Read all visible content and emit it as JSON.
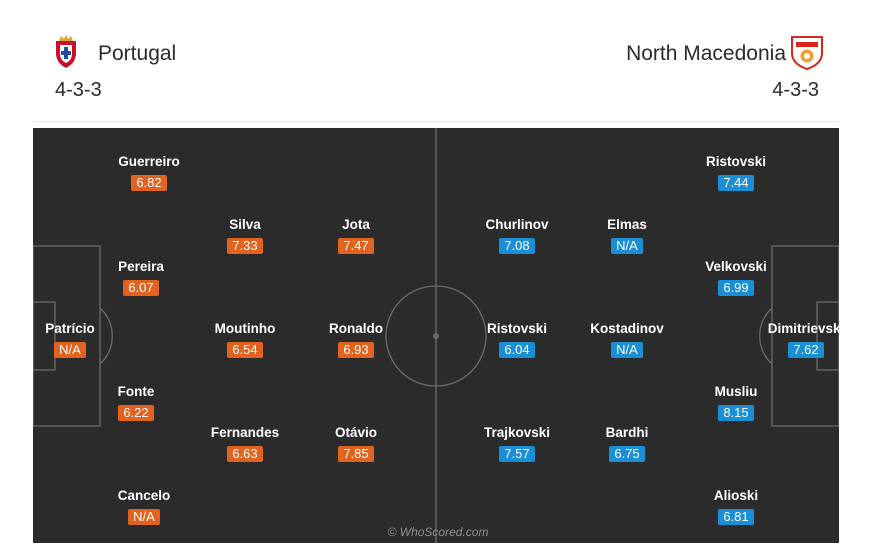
{
  "home": {
    "team": "Portugal",
    "formation": "4-3-3",
    "accent": "#e2631f",
    "players": [
      {
        "name": "Guerreiro",
        "rating": "6.82"
      },
      {
        "name": "Silva",
        "rating": "7.33"
      },
      {
        "name": "Jota",
        "rating": "7.47"
      },
      {
        "name": "Pereira",
        "rating": "6.07"
      },
      {
        "name": "Patrício",
        "rating": "N/A"
      },
      {
        "name": "Moutinho",
        "rating": "6.54"
      },
      {
        "name": "Ronaldo",
        "rating": "6.93"
      },
      {
        "name": "Fonte",
        "rating": "6.22"
      },
      {
        "name": "Fernandes",
        "rating": "6.63"
      },
      {
        "name": "Otávio",
        "rating": "7.85"
      },
      {
        "name": "Cancelo",
        "rating": "N/A"
      }
    ]
  },
  "away": {
    "team": "North Macedonia",
    "formation": "4-3-3",
    "accent": "#1a8fd6",
    "players": [
      {
        "name": "Ristovski",
        "rating": "7.44"
      },
      {
        "name": "Churlinov",
        "rating": "7.08"
      },
      {
        "name": "Elmas",
        "rating": "N/A"
      },
      {
        "name": "Velkovski",
        "rating": "6.99"
      },
      {
        "name": "Ristovski",
        "rating": "6.04"
      },
      {
        "name": "Kostadinov",
        "rating": "N/A"
      },
      {
        "name": "Dimitrievski",
        "rating": "7.62"
      },
      {
        "name": "Musliu",
        "rating": "8.15"
      },
      {
        "name": "Trajkovski",
        "rating": "7.57"
      },
      {
        "name": "Bardhi",
        "rating": "6.75"
      },
      {
        "name": "Alioski",
        "rating": "6.81"
      }
    ]
  },
  "pitch": {
    "background": "#2b2b2b",
    "line_color": "#6a6a6a"
  },
  "watermark": "© WhoScored.com"
}
